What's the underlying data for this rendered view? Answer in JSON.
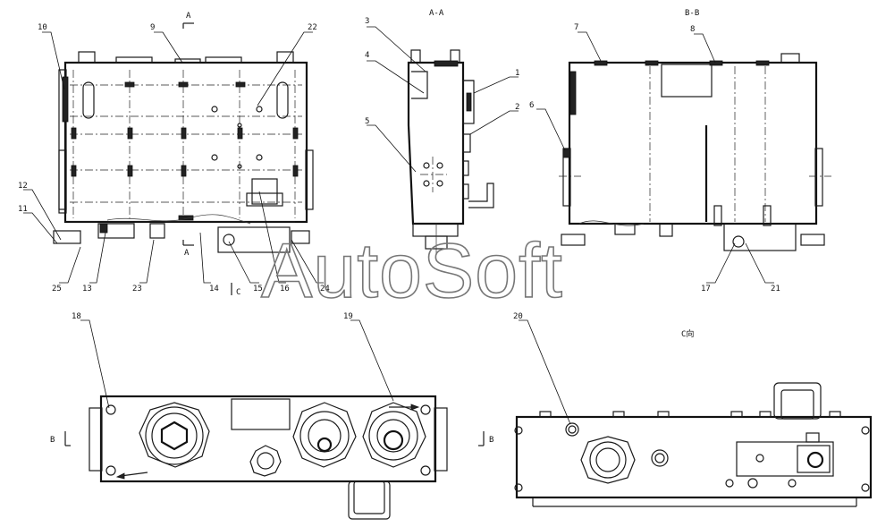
{
  "views": {
    "section_aa": "A-A",
    "section_bb": "B-B",
    "view_c": "C向"
  },
  "section_marks": {
    "a_top": "A",
    "a_bottom": "A",
    "c_mark": "C",
    "b_left": "B",
    "b_right": "B"
  },
  "callouts": [
    "1",
    "2",
    "3",
    "4",
    "5",
    "6",
    "7",
    "8",
    "9",
    "10",
    "11",
    "12",
    "13",
    "14",
    "15",
    "16",
    "17",
    "18",
    "19",
    "20",
    "21",
    "22",
    "23",
    "24",
    "25"
  ],
  "watermark": "AutoSoft"
}
